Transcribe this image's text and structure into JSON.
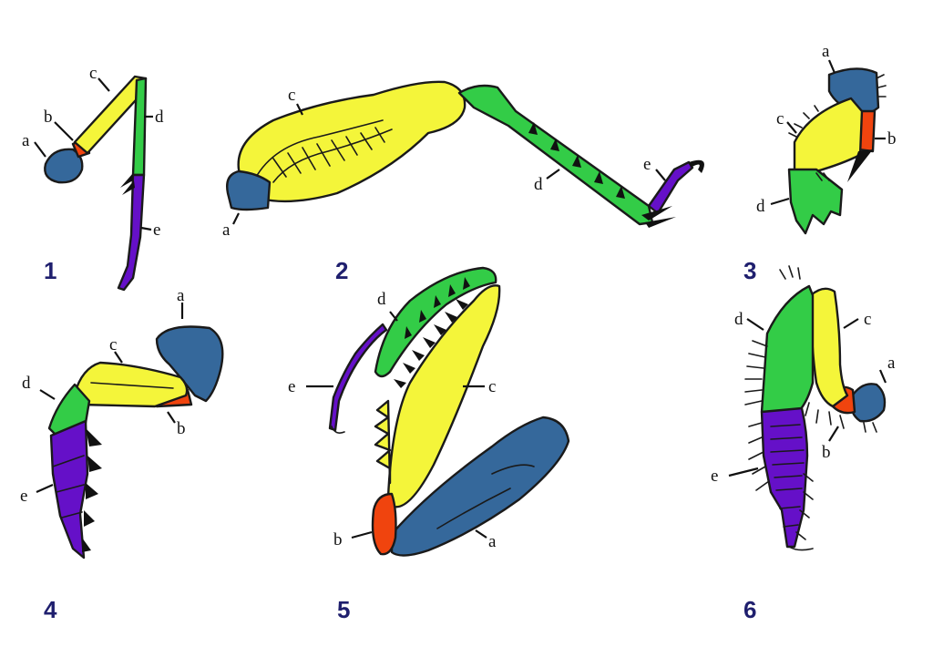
{
  "colors": {
    "a": "#35689b",
    "b": "#f0440e",
    "c": "#f4f53a",
    "d": "#33cc47",
    "e": "#6510c8",
    "outline": "#1a1a1a",
    "number": "#1f1f6e"
  },
  "legs": [
    {
      "number": "1",
      "labels": {
        "a": "a",
        "b": "b",
        "c": "c",
        "d": "d",
        "e": "e"
      }
    },
    {
      "number": "2",
      "labels": {
        "a": "a",
        "c": "c",
        "d": "d",
        "e": "e"
      }
    },
    {
      "number": "3",
      "labels": {
        "a": "a",
        "b": "b",
        "c": "c",
        "d": "d"
      }
    },
    {
      "number": "4",
      "labels": {
        "a": "a",
        "b": "b",
        "c": "c",
        "d": "d",
        "e": "e"
      }
    },
    {
      "number": "5",
      "labels": {
        "a": "a",
        "b": "b",
        "c": "c",
        "d": "d",
        "e": "e"
      }
    },
    {
      "number": "6",
      "labels": {
        "a": "a",
        "b": "b",
        "c": "c",
        "d": "d",
        "e": "e"
      }
    }
  ]
}
